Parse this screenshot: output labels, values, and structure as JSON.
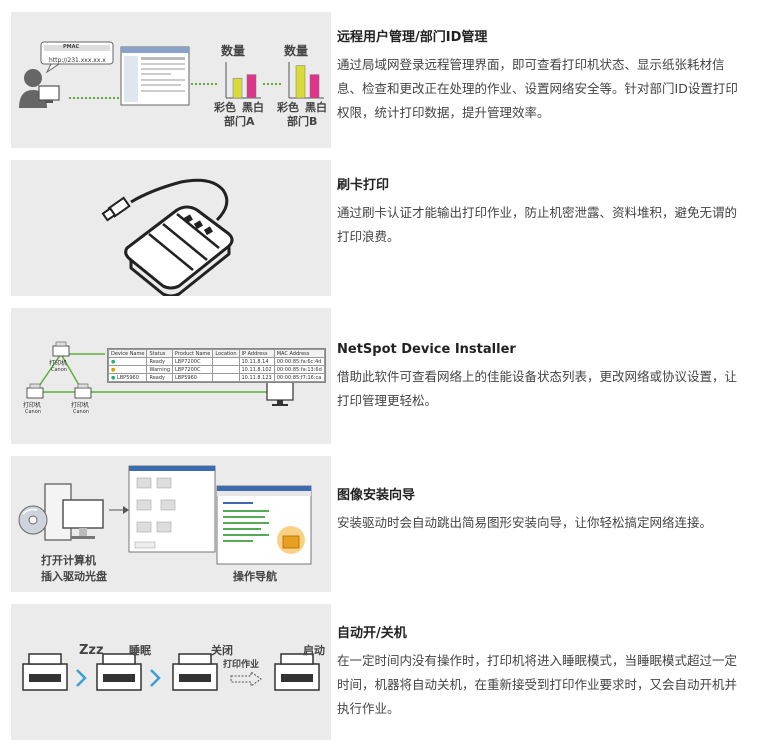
{
  "features": [
    {
      "title": "远程用户管理/部门ID管理",
      "desc": "通过局域网登录远程管理界面，即可查看打印机状态、显示纸张耗材信息、检查和更改正在处理的作业、设置网络安全等。针对部门ID设置打印权限，统计打印数据，提升管理效率。",
      "illus": {
        "url": "http://231.xxx.xx.x",
        "bubble_tag": "PMAC",
        "charts": [
          {
            "ylabel": "数量",
            "labels": [
              "彩色",
              "黑白"
            ],
            "dept": "部门A",
            "values": [
              0.55,
              0.65
            ]
          },
          {
            "ylabel": "数量",
            "labels": [
              "彩色",
              "黑白"
            ],
            "dept": "部门B",
            "values": [
              0.9,
              0.65
            ]
          }
        ],
        "colors": {
          "color_bar": "#d8dc3a",
          "mono_bar": "#e0338a",
          "link": "#5fae3c"
        }
      }
    },
    {
      "title": "刷卡打印",
      "desc": "通过刷卡认证才能输出打印作业，防止机密泄露、资料堆积，避免无谓的打印浪费。"
    },
    {
      "title": "NetSpot Device Installer",
      "desc": "借助此软件可查看网络上的佳能设备状态列表，更改网络或协议设置，让打印管理更轻松。",
      "illus": {
        "printer_label": "打印机",
        "brand": "Canon",
        "table": {
          "headers": [
            "Device Name",
            "Status",
            "Product Name",
            "Location",
            "IP Address",
            "MAC Address"
          ],
          "rows": [
            [
              "",
              "Ready",
              "LBP7200C",
              "",
              "10.11.8.14",
              "00:00:85:fa:6c:4d"
            ],
            [
              "",
              "Warning",
              "LBP7200C",
              "",
              "10.11.8.102",
              "00:00:85:fa:13:6d"
            ],
            [
              "LBP5960",
              "Ready",
              "LBP5960",
              "",
              "10.11.8.123",
              "00:00:85:f7:16:ca"
            ]
          ]
        }
      }
    },
    {
      "title": "图像安装向导",
      "desc": "安装驱动时会自动跳出简易图形安装向导，让你轻松搞定网络连接。",
      "illus": {
        "caption_left_1": "打开计算机",
        "caption_left_2": "插入驱动光盘",
        "caption_right": "操作导航"
      }
    },
    {
      "title": "自动开/关机",
      "desc": "在一定时间内没有操作时，打印机将进入睡眠模式，当睡眠模式超过一定时间，机器将自动关机，在重新接受到打印作业要求时，又会自动开机并执行作业。",
      "illus": {
        "zzz": "Zzz",
        "sleep": "睡眠",
        "off": "关闭",
        "job": "打印作业",
        "on": "启动"
      }
    }
  ]
}
